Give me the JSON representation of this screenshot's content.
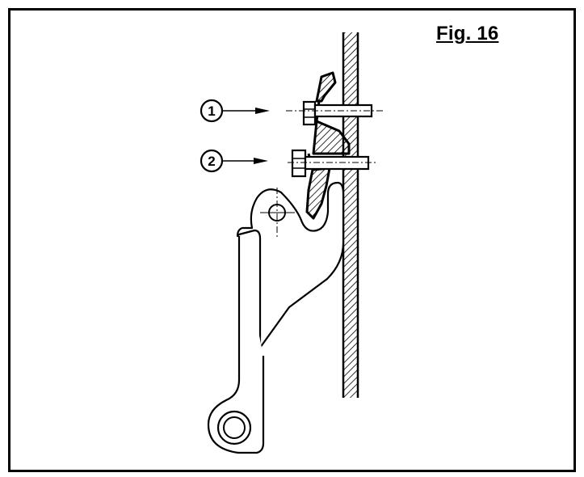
{
  "figure": {
    "title": "Fig. 16"
  },
  "callouts": [
    {
      "label": "1"
    },
    {
      "label": "2"
    }
  ],
  "colors": {
    "ink": "#000000",
    "paper": "#ffffff"
  }
}
